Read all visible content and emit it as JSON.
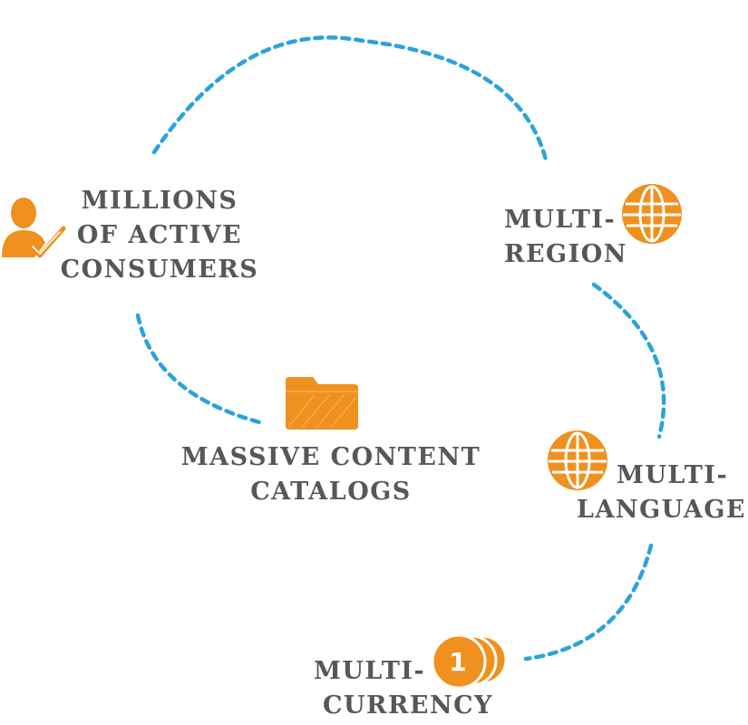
{
  "accent_color": "#F0901E",
  "arc_color": "#2BA3DA",
  "text_color": "#555759",
  "nodes": {
    "consumers": {
      "lines": [
        "MILLIONS",
        "OF ACTIVE",
        "CONSUMERS"
      ],
      "icon": "user-check-icon"
    },
    "region": {
      "lines": [
        "MULTI-",
        "REGION"
      ],
      "icon": "globe-icon"
    },
    "content": {
      "lines": [
        "MASSIVE CONTENT",
        "CATALOGS"
      ],
      "icon": "folder-icon"
    },
    "language": {
      "lines": [
        "MULTI-",
        "LANGUAGE"
      ],
      "icon": "globe-icon"
    },
    "currency": {
      "lines": [
        "MULTI-",
        "CURRENCY"
      ],
      "icon": "coins-icon",
      "coin_text": "1"
    }
  }
}
